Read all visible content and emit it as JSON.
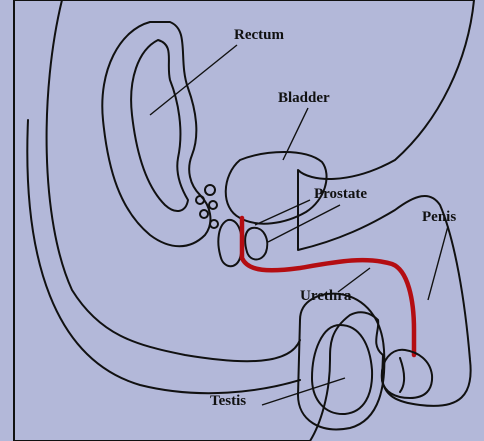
{
  "labels": {
    "rectum": "Rectum",
    "bladder": "Bladder",
    "prostate": "Prostate",
    "penis": "Penis",
    "urethra": "Urethra",
    "testis": "Testis"
  },
  "colors": {
    "background": "#b3b8d9",
    "body": "#ffffff",
    "outline": "#111111",
    "bladder": "#fbe7a8",
    "prostate": "#b07fd9",
    "urethra": "#b40d12",
    "testis": "#f8d4d7",
    "seminal_vesicles": "#6fc0e0"
  }
}
